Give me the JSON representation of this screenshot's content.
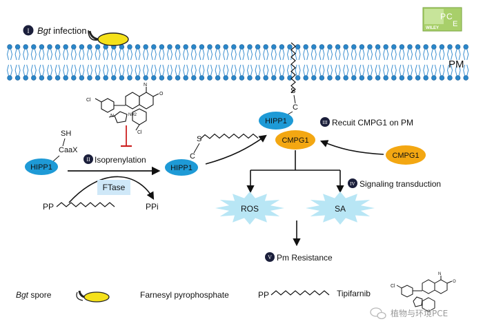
{
  "step1": {
    "numeral": "I",
    "bold_italic": "Bgt",
    "rest": " infection"
  },
  "membrane_label": "PM",
  "logo": {
    "text1": "P",
    "text2": "C",
    "text3": "E",
    "brand": "WILEY"
  },
  "hipp1_label": "HIPP1",
  "cmpg1_label": "CMPG1",
  "sh_label": "SH",
  "caax_label": "CaaX",
  "s_label": "S",
  "c_label": "C",
  "step2": {
    "numeral": "II",
    "text": "Isoprenylation"
  },
  "step3": {
    "numeral": "III",
    "text": "Recuit CMPG1 on PM"
  },
  "step4": {
    "numeral": "IV",
    "text": "Signaling transduction"
  },
  "step5": {
    "numeral": "V",
    "text": "Pm Resistance"
  },
  "ftase_label": "FTase",
  "pp_label": "PP",
  "ppi_label": "PPi",
  "ros_label": "ROS",
  "sa_label": "SA",
  "chem": {
    "cl": "Cl",
    "nh2": "NH2",
    "n": "N",
    "o": "O"
  },
  "legend": {
    "bgt_italic": "Bgt",
    "spore_text": " spore",
    "farnesyl": "Farnesyl pyrophosphate",
    "pp": "PP",
    "tipifarnib": "Tipifarnib"
  },
  "watermark": "植物与环境PCE",
  "colors": {
    "hipp1": "#1e9ad6",
    "cmpg1": "#f3a712",
    "spore": "#f5e11a",
    "burst": "#b8e6f5",
    "ftase": "#cfe8f8",
    "inhibit": "#cc1f1f"
  }
}
